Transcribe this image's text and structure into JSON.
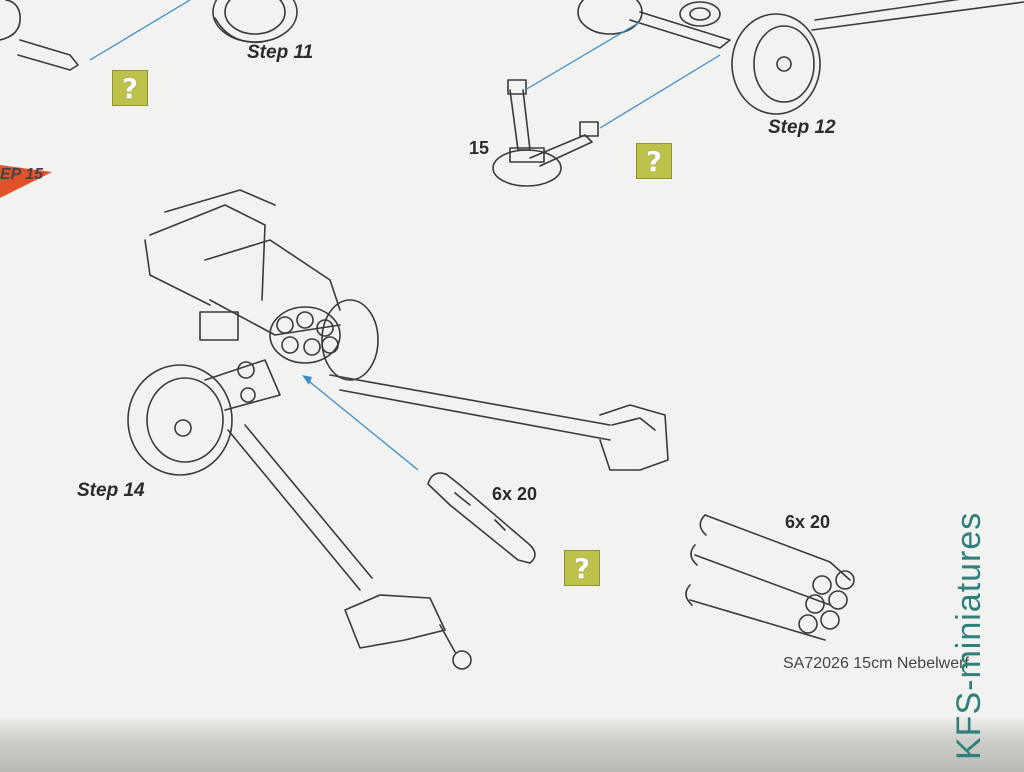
{
  "labels": {
    "step11": "Step 11",
    "step12": "Step 12",
    "step14": "Step 14",
    "part15": "15",
    "rocket_qty": "6x 20",
    "rocket_bundle_qty": "6x 20",
    "step15_fragment": "EP 15"
  },
  "footer": {
    "text": "SA72026 15cm Nebelwerf"
  },
  "watermark": {
    "text": "KFS-miniatures"
  },
  "help_marker": {
    "glyph": "?"
  },
  "colors": {
    "paper": "#f2f2f0",
    "line_art": "#3a3a3a",
    "guide_line": "#3d8ec9",
    "help_box": "#bcc24a",
    "step_marker": "#e2522a",
    "watermark": "#2f7f7a"
  }
}
